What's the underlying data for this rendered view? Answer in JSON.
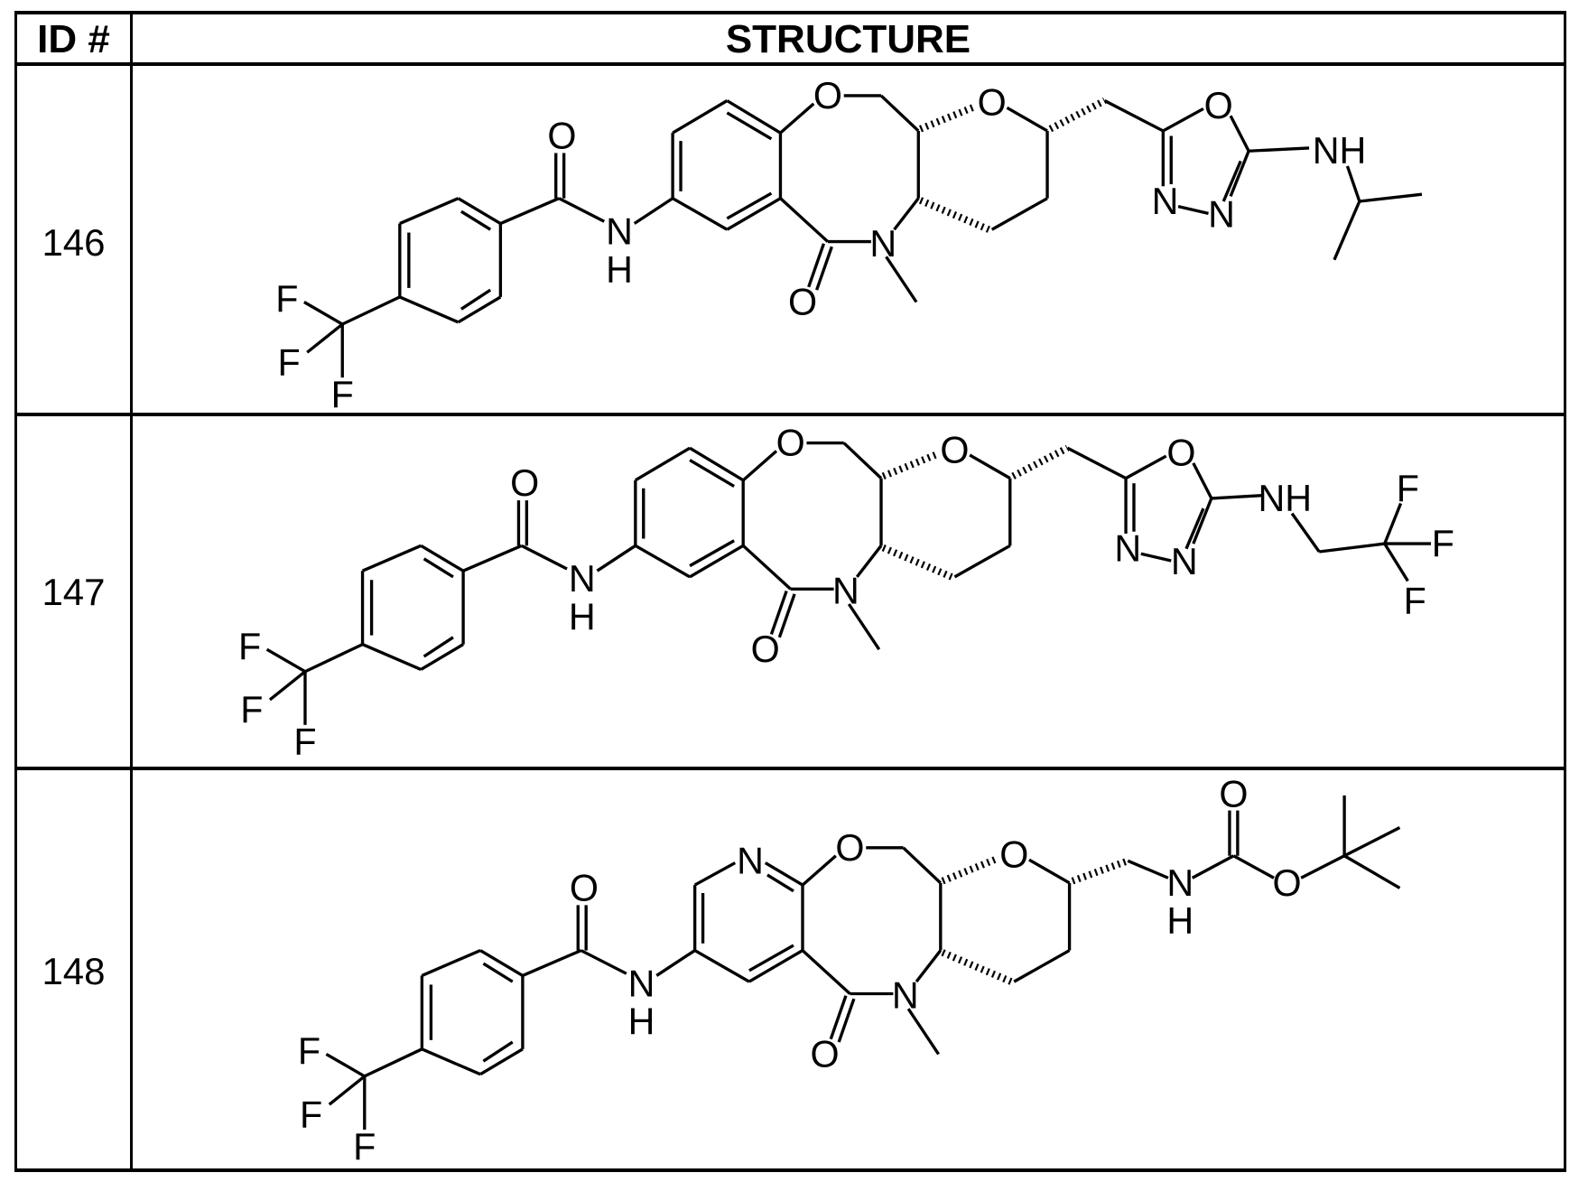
{
  "table": {
    "headers": {
      "id": "ID #",
      "structure": "STRUCTURE"
    },
    "rows": [
      {
        "id": "146",
        "atom_labels": {
          "f1": "F",
          "f2": "F",
          "f3": "F",
          "amide_o": "O",
          "amide_n": "N",
          "amide_h": "H",
          "ring_o": "O",
          "lactam_n": "N",
          "lactam_o": "O",
          "pyran_o": "O",
          "oxadiazole_o": "O",
          "oxadiazole_n3": "N",
          "oxadiazole_n4": "N",
          "amine_nh": "NH"
        },
        "substituent": "N-isopropyl-1,3,4-oxadiazol-2-amine"
      },
      {
        "id": "147",
        "atom_labels": {
          "f1": "F",
          "f2": "F",
          "f3": "F",
          "amide_o": "O",
          "amide_n": "N",
          "amide_h": "H",
          "ring_o": "O",
          "lactam_n": "N",
          "lactam_o": "O",
          "pyran_o": "O",
          "oxadiazole_o": "O",
          "oxadiazole_n3": "N",
          "oxadiazole_n4": "N",
          "amine_nh": "NH",
          "tf1": "F",
          "tf2": "F",
          "tf3": "F"
        },
        "substituent": "N-(2,2,2-trifluoroethyl)-1,3,4-oxadiazol-2-amine"
      },
      {
        "id": "148",
        "atom_labels": {
          "f1": "F",
          "f2": "F",
          "f3": "F",
          "amide_o": "O",
          "amide_n": "N",
          "amide_h": "H",
          "pyridine_n": "N",
          "ring_o": "O",
          "lactam_n": "N",
          "lactam_o": "O",
          "pyran_o": "O",
          "carbamate_n": "N",
          "carbamate_h": "H",
          "carbamate_o": "O",
          "ester_o": "O"
        },
        "substituent": "tert-butyl carbamate"
      }
    ]
  }
}
